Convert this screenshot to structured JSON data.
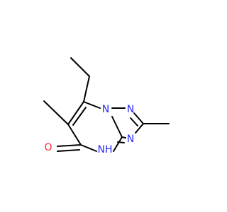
{
  "molecule": {
    "atoms": [
      {
        "id": "N1",
        "label": "N",
        "color": "#2828ff"
      },
      {
        "id": "N2",
        "label": "N",
        "color": "#2828ff"
      },
      {
        "id": "N3",
        "label": "N",
        "color": "#2828ff"
      },
      {
        "id": "NH",
        "label": "NH",
        "color": "#2828ff"
      },
      {
        "id": "O",
        "label": "O",
        "color": "#ff2828"
      }
    ],
    "bond_color": "#000000"
  }
}
